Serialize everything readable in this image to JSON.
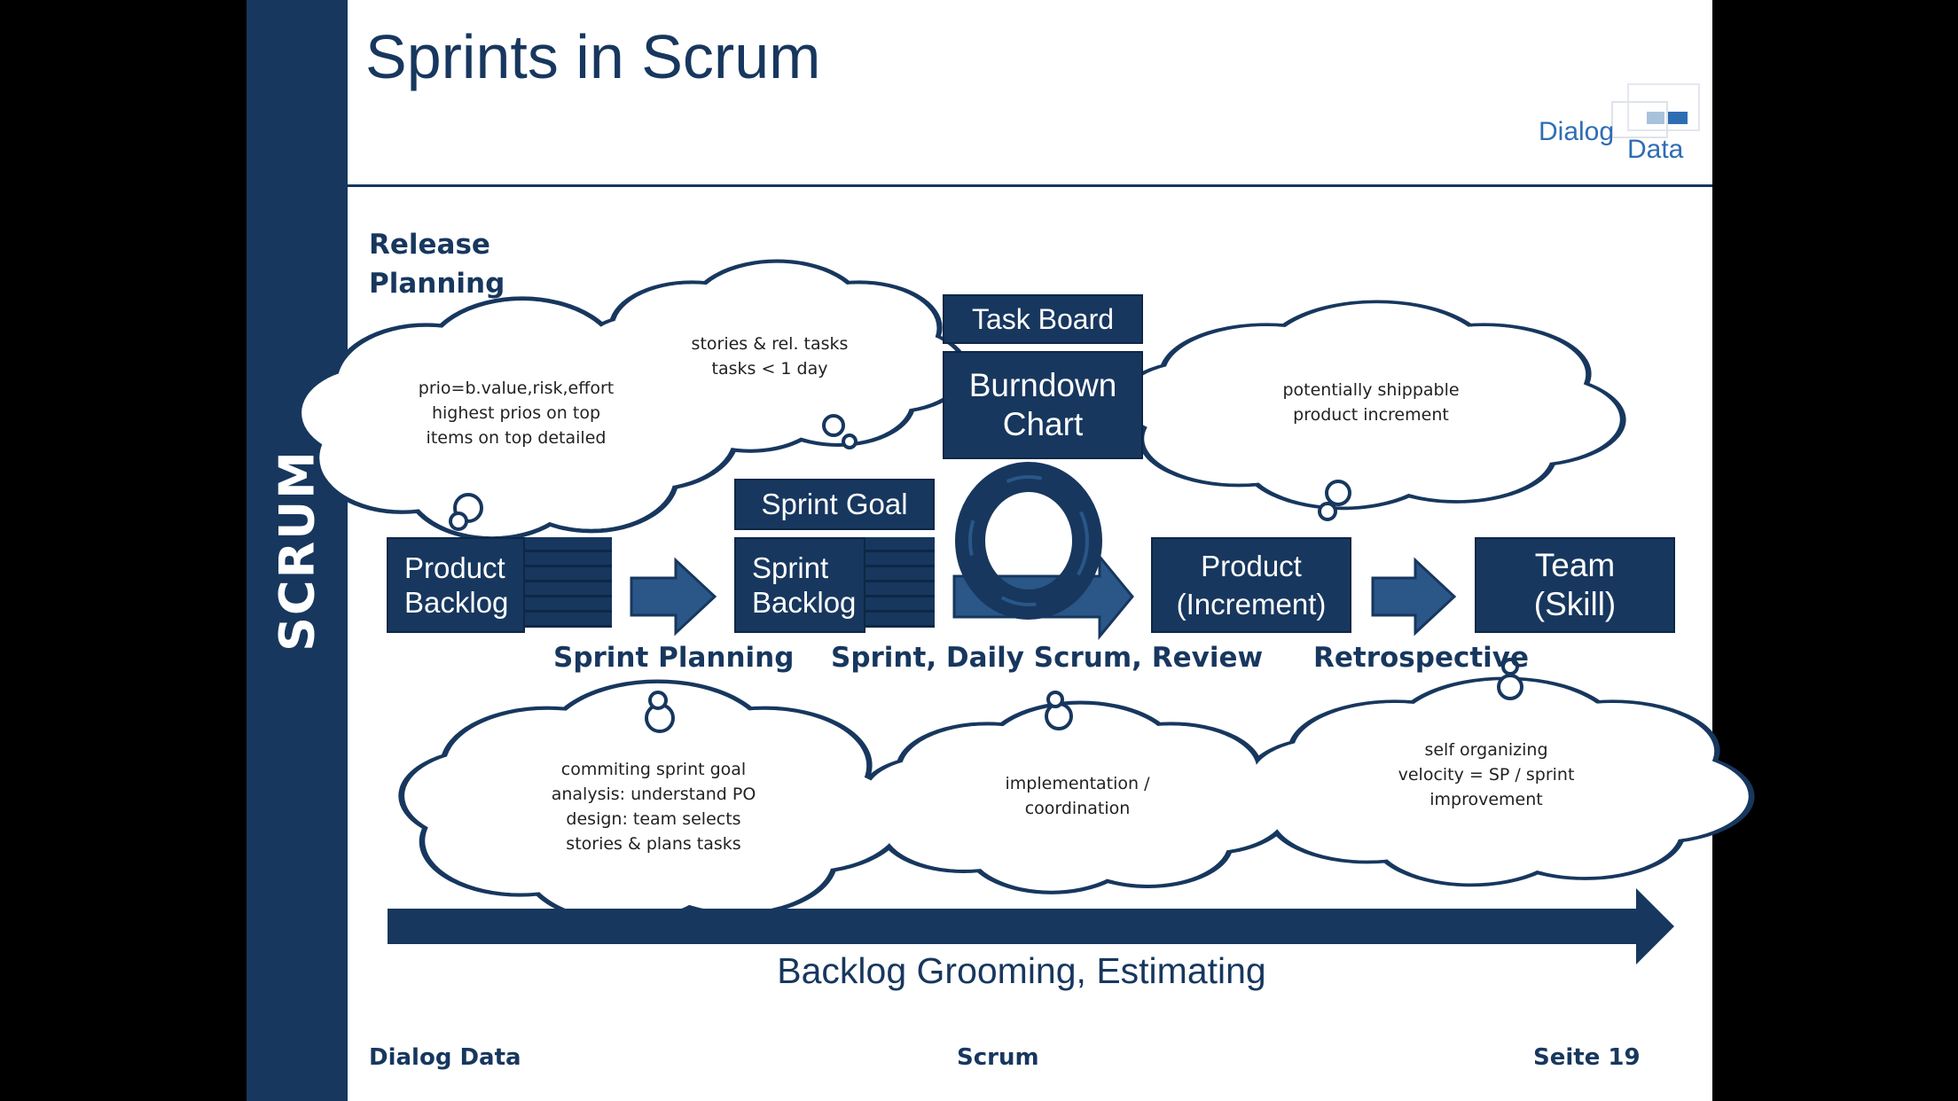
{
  "slide": {
    "title": "Sprints in Scrum",
    "sidebar_label": "SCRUM",
    "logo": {
      "word1": "Dialog",
      "word2": "Data"
    },
    "release_planning": [
      "Release",
      "Planning"
    ]
  },
  "boxes": {
    "product_backlog": "Product\nBacklog",
    "sprint_goal": "Sprint Goal",
    "sprint_backlog": "Sprint\nBacklog",
    "task_board": "Task Board",
    "burndown_chart": "Burndown\nChart",
    "product_increment": "Product\n(Increment)",
    "team_skill": "Team\n(Skill)"
  },
  "labels": {
    "sprint_planning": "Sprint Planning",
    "sprint_daily_review": "Sprint, Daily Scrum, Review",
    "retrospective": "Retrospective"
  },
  "clouds": {
    "product_backlog": "prio=b.value,risk,effort\nhighest prios on top\nitems on top detailed",
    "sprint_backlog": "stories & rel. tasks\ntasks < 1 day",
    "increment": "potentially shippable\nproduct increment",
    "planning": "commiting sprint goal\nanalysis: understand PO\ndesign: team selects\nstories & plans tasks",
    "sprint": "implementation /\ncoordination",
    "retrospective": "self organizing\nvelocity = SP / sprint\nimprovement"
  },
  "bottom_arrow_label": "Backlog Grooming, Estimating",
  "footer": {
    "left": "Dialog Data",
    "center": "Scrum",
    "right": "Seite 19"
  },
  "colors": {
    "navy": "#17375e",
    "accent": "#2e6db4"
  }
}
